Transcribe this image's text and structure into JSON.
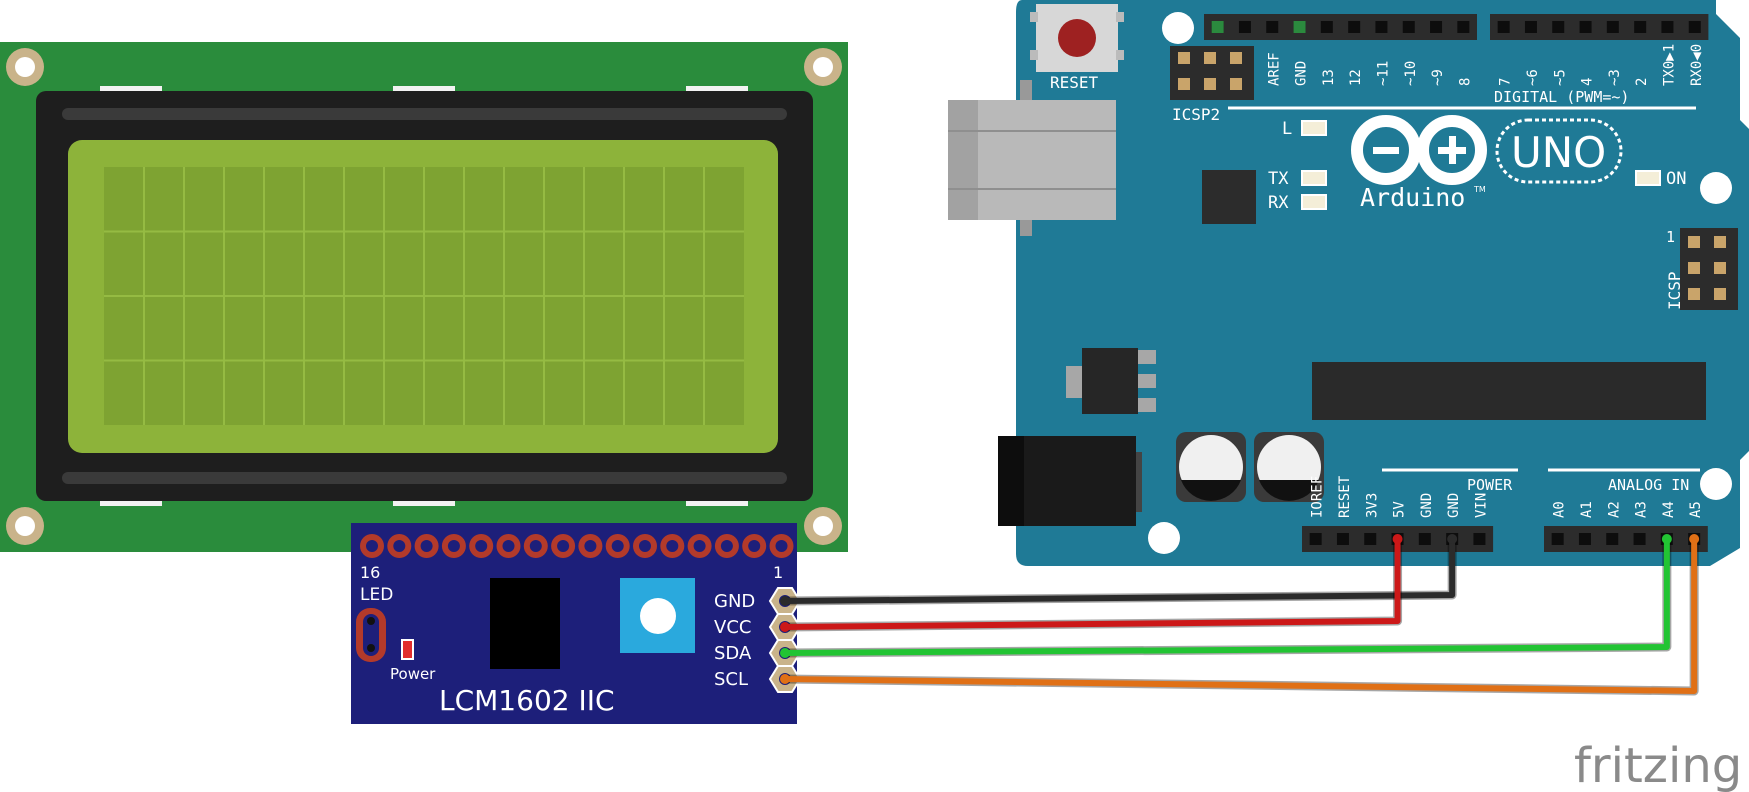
{
  "lcd": {
    "backlight_color": "#8db33a",
    "pcb_color": "#2a8c3c"
  },
  "i2c_module": {
    "title": "LCM1602 IIC",
    "pin_16_label": "16",
    "pin_1_label": "1",
    "led_label": "LED",
    "power_label": "Power",
    "pins": [
      "GND",
      "VCC",
      "SDA",
      "SCL"
    ],
    "board_color": "#1d1f7a"
  },
  "arduino": {
    "reset_label": "RESET",
    "icsp2_label": "ICSP2",
    "icsp_label": "ICSP",
    "icsp_pin1": "1",
    "digital_label": "DIGITAL (PWM=~)",
    "digital_pins": [
      "AREF",
      "GND",
      "13",
      "12",
      "~11",
      "~10",
      "~9",
      "8",
      "7",
      "~6",
      "~5",
      "4",
      "~3",
      "2",
      "TX0▶1",
      "RX0◀0"
    ],
    "led_l": "L",
    "led_tx": "TX",
    "led_rx": "RX",
    "on_label": "ON",
    "brand": "Arduino",
    "tm": "TM",
    "model": "UNO",
    "power_label": "POWER",
    "power_pins": [
      "IOREF",
      "RESET",
      "3V3",
      "5V",
      "GND",
      "GND",
      "VIN"
    ],
    "analog_label": "ANALOG IN",
    "analog_pins": [
      "A0",
      "A1",
      "A2",
      "A3",
      "A4",
      "A5"
    ],
    "board_color": "#1f7a96"
  },
  "wires": [
    {
      "from": "GND",
      "to": "GND",
      "color": "#2b2b2b"
    },
    {
      "from": "VCC",
      "to": "5V",
      "color": "#cc1818"
    },
    {
      "from": "SDA",
      "to": "A4",
      "color": "#22c433"
    },
    {
      "from": "SCL",
      "to": "A5",
      "color": "#e07016"
    }
  ],
  "watermark": "fritzing"
}
